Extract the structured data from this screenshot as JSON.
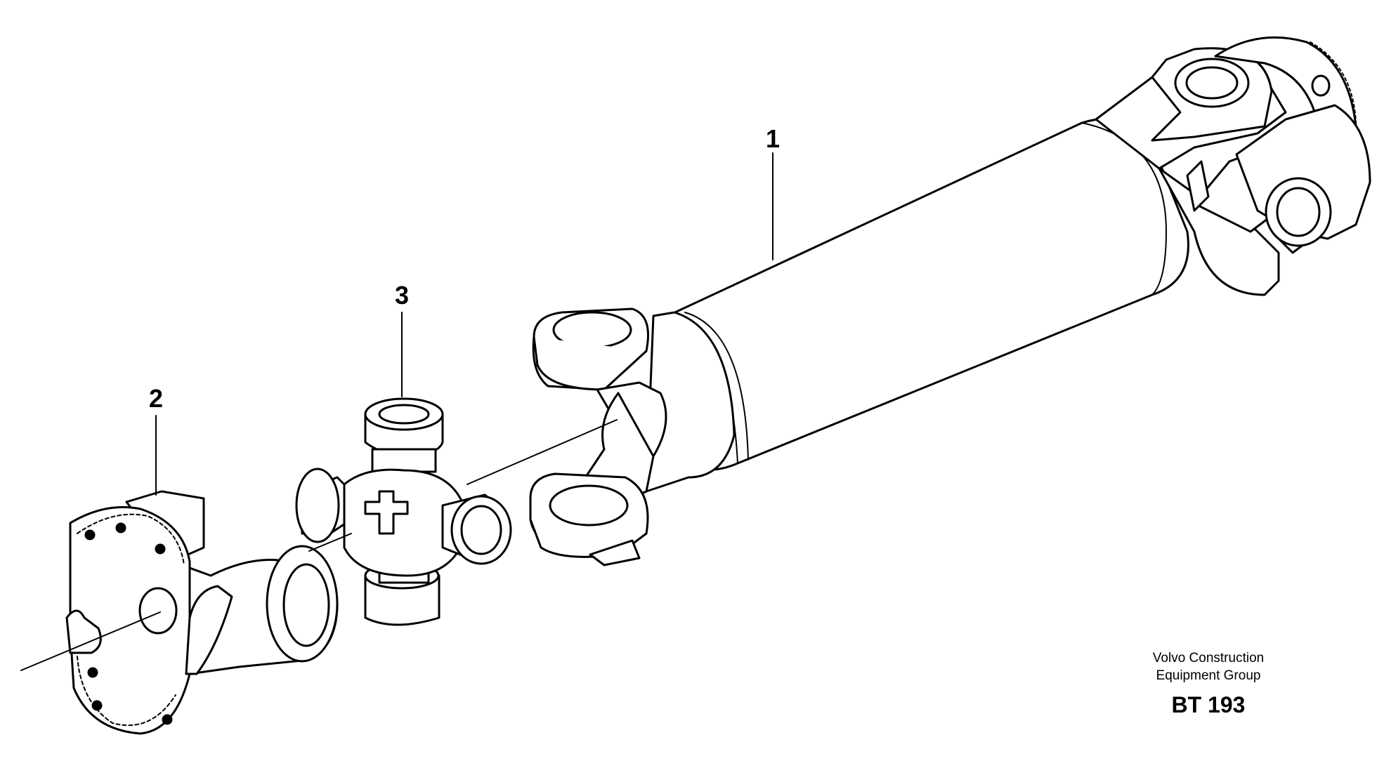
{
  "callouts": [
    {
      "id": "1",
      "part": "propeller-shaft"
    },
    {
      "id": "2",
      "part": "flange-yoke"
    },
    {
      "id": "3",
      "part": "universal-joint-cross"
    }
  ],
  "credit": {
    "line1": "Volvo Construction",
    "line2": "Equipment Group"
  },
  "figure_code": "BT 193",
  "colors": {
    "line": "#000000",
    "background": "#ffffff"
  }
}
